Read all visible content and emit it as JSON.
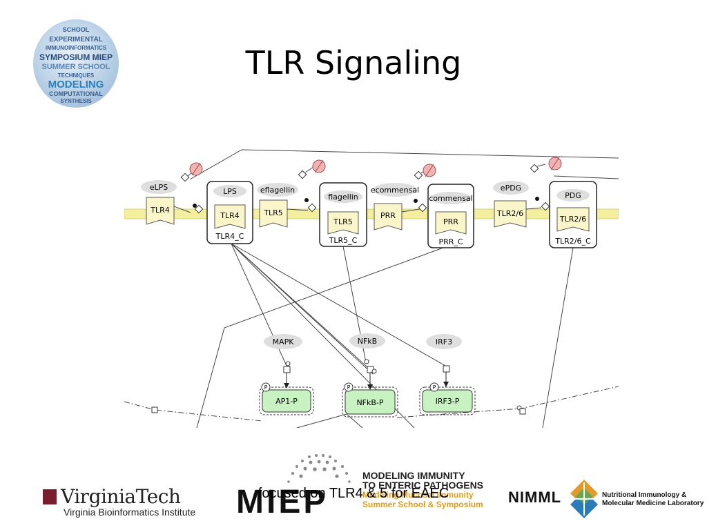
{
  "slide": {
    "title": "TLR Signaling",
    "caption": "focused on TLR4 & 5 for EAEC"
  },
  "symposium_logo": {
    "words": [
      "SCHOOL",
      "EXPERIMENTAL",
      "IMMUNOINFORMATICS",
      "SYMPOSIUM MIEP",
      "SUMMER SCHOOL",
      "TECHNIQUES",
      "MODELING",
      "COMPUTATIONAL",
      "SYNTHESIS"
    ]
  },
  "diagram": {
    "receptors": [
      {
        "ligand": "eLPS",
        "receptor": "TLR4",
        "complex_top": "LPS",
        "complex_mid": "TLR4",
        "complex_label": "TLR4_C"
      },
      {
        "ligand": "eflagellin",
        "receptor": "TLR5",
        "complex_top": "flagellin",
        "complex_mid": "TLR5",
        "complex_label": "TLR5_C"
      },
      {
        "ligand": "ecommensal",
        "receptor": "PRR",
        "complex_top": "commensal",
        "complex_mid": "PRR",
        "complex_label": "PRR_C"
      },
      {
        "ligand": "ePDG",
        "receptor": "TLR2/6",
        "complex_top": "PDG",
        "complex_mid": "TLR2/6",
        "complex_label": "TLR2/6_C"
      }
    ],
    "kinases": [
      "MAPK",
      "NFkB",
      "IRF3"
    ],
    "outputs": [
      "AP1-P",
      "NFkB-P",
      "IRF3-P"
    ],
    "phospho_marker": "P",
    "colors": {
      "membrane": "#f3ef9e",
      "receptor_fill": "#fbf6c9",
      "output_fill": "#c9f2c2",
      "sink": "#f2b3b3",
      "ellipse": "#dedede"
    }
  },
  "footer": {
    "virginia_tech": {
      "name": "VirginiaTech",
      "subtitle": "Virginia Bioinformatics Institute"
    },
    "miep": {
      "mark": "MIEP",
      "line1": "MODELING IMMUNITY",
      "line2": "TO ENTERIC PATHOGENS",
      "line3": "Modeling Mucosal Immunity",
      "line4": "Summer School & Symposium"
    },
    "nimml": {
      "mark": "NIMML",
      "line1": "Nutritional Immunology &",
      "line2": "Molecular Medicine Laboratory"
    }
  }
}
